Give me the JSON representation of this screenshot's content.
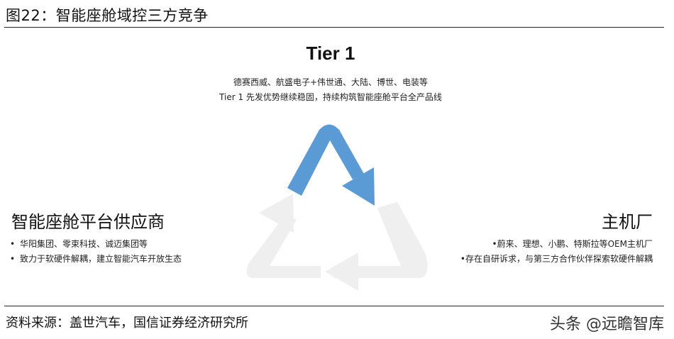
{
  "figure": {
    "title": "图22：智能座舱域控三方竞争"
  },
  "diagram": {
    "type": "cycle",
    "arrow_colors": {
      "highlight": "#5B9BD5",
      "muted": "#EFEFEF"
    },
    "nodes": {
      "top": {
        "title": "Tier 1",
        "lines": [
          "德赛西威、航盛电子+伟世通、大陆、博世、电装等",
          "Tier 1 先发优势继续稳固，持续构筑智能座舱平台全产品线"
        ]
      },
      "left": {
        "title": "智能座舱平台供应商",
        "bullets": [
          "华阳集团、零束科技、诚迈集团等",
          "致力于软硬件解耦，建立智能汽车开放生态"
        ]
      },
      "right": {
        "title": "主机厂",
        "bullets": [
          "蔚来、理想、小鹏、特斯拉等OEM主机厂",
          "存在自研诉求，与第三方合作伙伴探索软硬件解耦"
        ]
      }
    },
    "bullet_glyph": "•"
  },
  "footer": {
    "source": "资料来源：盖世汽车，国信证券经济研究所",
    "watermark": "头条 @远瞻智库"
  }
}
